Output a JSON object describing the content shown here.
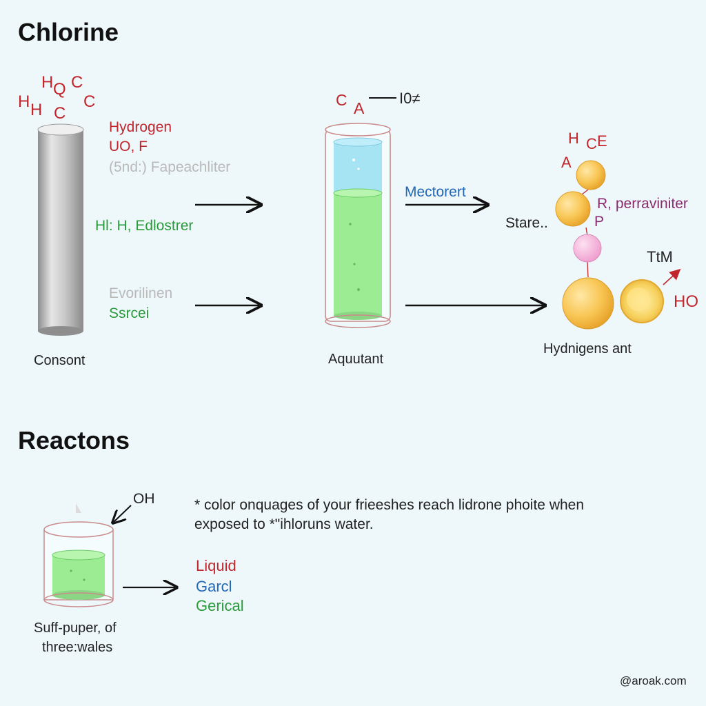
{
  "titles": {
    "top": "Chlorine",
    "bottom": "Reactons"
  },
  "cylinder_section": {
    "formula": [
      "H",
      "Q",
      "C",
      "H",
      "H",
      "C",
      "C"
    ],
    "labels": {
      "hydrogen": "Hydrogen",
      "uof": "UO, F",
      "fapeachliter": "(5nd:) Fapeachliter",
      "hl": "Hl: H, Edlostrer",
      "evorilinen": "Evorilinen",
      "ssrcei": "Ssrcei",
      "caption": "Consont"
    }
  },
  "beaker_section": {
    "top_c": "C",
    "top_a": "A",
    "top_io": "I0≠",
    "caption": "Aquutant",
    "mectorert": "Mectorert"
  },
  "molecule_section": {
    "hce_h": "H",
    "hce_c": "C",
    "hce_e": "E",
    "a": "A",
    "r_perraviniter": "R, perraviniter",
    "stare": "Stare..",
    "p": "P",
    "ttm": "TtM",
    "ho": "HO",
    "caption": "Hydnigens ant"
  },
  "reactions": {
    "oh": "OH",
    "description_line1": "* color onquages of your frieeshes reach lidrone phoite when",
    "description_line2": "exposed to *\"ihloruns water.",
    "states": [
      "Liquid",
      "Garcl",
      "Gerical"
    ],
    "caption_line1": "Suff-puper, of",
    "caption_line2": "three:wales"
  },
  "watermark": "@aroak.com",
  "colors": {
    "background": "#eef8fb",
    "red": "#c0262b",
    "green": "#2a9b3a",
    "blue": "#2368b5",
    "purple": "#8a2c6e",
    "liquid_green": "#9cec94",
    "liquid_blue": "#a6e3f3",
    "sphere_orange": "#f6c04a",
    "sphere_pink": "#f4a9d6"
  }
}
